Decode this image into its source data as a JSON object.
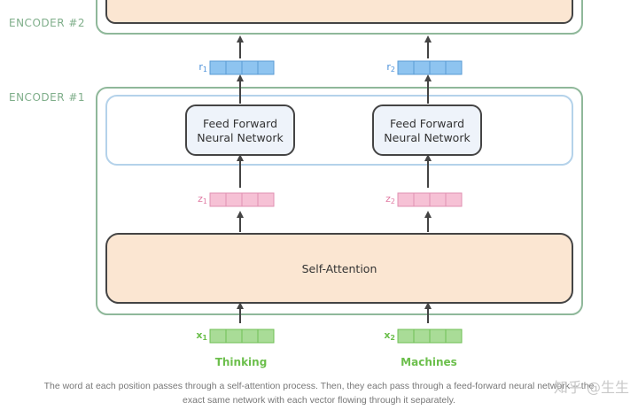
{
  "encoders": [
    {
      "label": "ENCODER #2"
    },
    {
      "label": "ENCODER #1"
    }
  ],
  "feed_forward": {
    "line1": "Feed Forward",
    "line2": "Neural Network"
  },
  "self_attention": {
    "label": "Self-Attention"
  },
  "vectors": {
    "r": [
      {
        "symbol": "r",
        "index": "1"
      },
      {
        "symbol": "r",
        "index": "2"
      }
    ],
    "z": [
      {
        "symbol": "z",
        "index": "1"
      },
      {
        "symbol": "z",
        "index": "2"
      }
    ],
    "x": [
      {
        "symbol": "x",
        "index": "1"
      },
      {
        "symbol": "x",
        "index": "2"
      }
    ]
  },
  "words": [
    "Thinking",
    "Machines"
  ],
  "caption": {
    "line1": "The word at each position passes through a self-attention process. Then, they each pass through a feed-forward neural network -- the",
    "line2": "exact same network with each vector flowing through it separately."
  },
  "watermark": "知乎 @生生",
  "colors": {
    "encoder_border": "#8fb89a",
    "ffn_container": "#b4d2ea",
    "block_fill": "#fbe6d2",
    "ffn_fill": "#eef3fa",
    "r_cell": "#8ec4f0",
    "r_border": "#5a9bd4",
    "r_text": "#4a90d9",
    "z_cell": "#f6c1d5",
    "z_border": "#e091b2",
    "z_text": "#e07aa3",
    "x_cell": "#a9dc97",
    "x_border": "#6fbf55",
    "x_text": "#6cbf4c"
  }
}
